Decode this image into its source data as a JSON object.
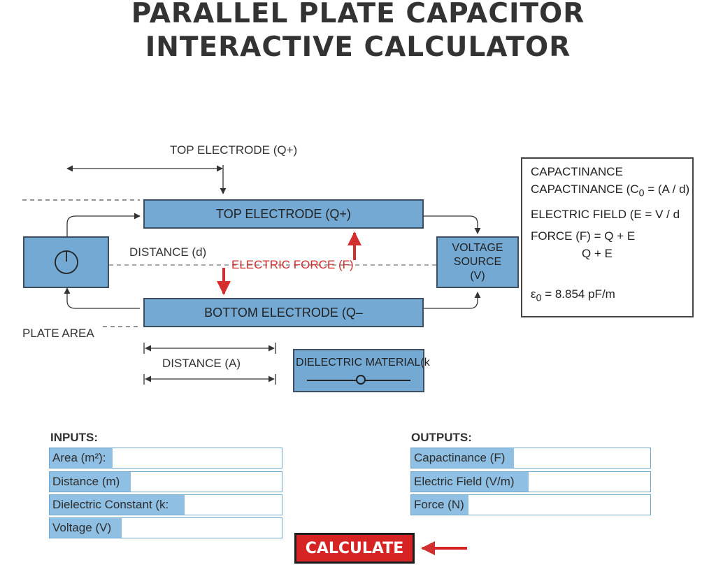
{
  "title": {
    "line1": "PARALLEL PLATE CAPACITOR",
    "line2": "INTERACTIVE CALCULATOR"
  },
  "diagram": {
    "top_annotation": "TOP ELECTRODE (Q+)",
    "top_plate": "TOP ELECTRODE (Q+)",
    "bottom_plate": "BOTTOM ELECTRODE (Q–",
    "distance_d": "DISTANCE (d)",
    "electric_force": "ELECTRIC FORCE (F)",
    "voltage_source": [
      "VOLTAGE",
      "SOURCE",
      "(V)"
    ],
    "plate_area": "PLATE AREA",
    "distance_a": "DISTANCE (A)",
    "dielectric": "DIELECTRIC MATERIAL(k",
    "dielectric_slider_level": 0.52
  },
  "formulas": {
    "line1": "CAPACTINANCE",
    "line2_prefix": "CAPACTINANCE (C",
    "line2_sub": "0",
    "line2_suffix": " = (A / d)",
    "line3": "ELECTRIC FIELD (E = V / d",
    "line4": "FORCE (F) = Q + E",
    "line5": "Q + E",
    "epsilon_symbol": "ε",
    "epsilon_sub": "0",
    "epsilon_value": " = 8.854 pF/m"
  },
  "inputs": {
    "heading": "INPUTS:",
    "fields": [
      {
        "label": "Area (m²):",
        "fill": 0.27
      },
      {
        "label": "Distance (m)",
        "fill": 0.35
      },
      {
        "label": "Dielectric Constant (k:",
        "fill": 0.58
      },
      {
        "label": "Voltage (V)",
        "fill": 0.31
      }
    ]
  },
  "outputs": {
    "heading": "OUTPUTS:",
    "fields": [
      {
        "label": "Capactinance (F)",
        "fill": 0.43
      },
      {
        "label": "Electric Field (V/m)",
        "fill": 0.49
      },
      {
        "label": "Force (N)",
        "fill": 0.24
      }
    ]
  },
  "calculate_label": "CALCULATE",
  "colors": {
    "box_fill": "#74a9d3",
    "accent_red": "#d62424",
    "field_fill": "#8fc0e4"
  }
}
